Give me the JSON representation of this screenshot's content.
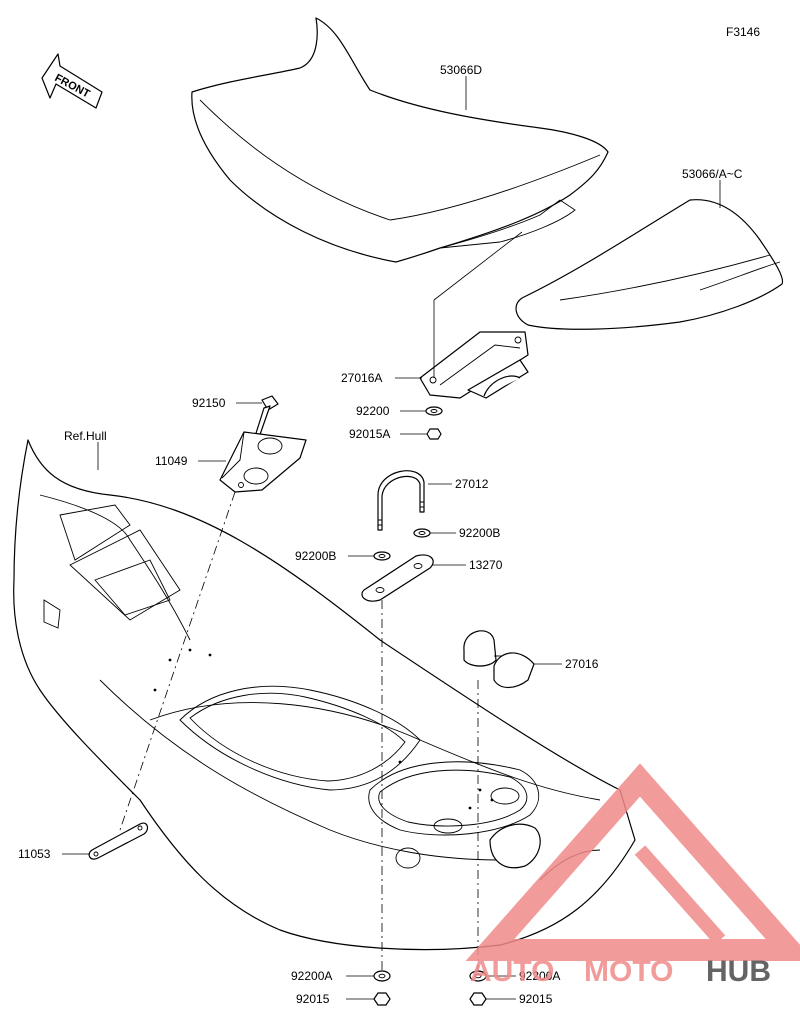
{
  "figure_code": "F3146",
  "front_label": "FRONT",
  "ref_label": "Ref.Hull",
  "watermark": {
    "auto": "AUTO",
    "moto": "MOTO",
    "hub": "HUB",
    "accent_color": "#f08a8a",
    "dark_color": "#4a4a4a"
  },
  "parts": {
    "p53066D": "53066D",
    "p53066AC": "53066/A~C",
    "p27016A": "27016A",
    "p92200_top": "92200",
    "p92015A_top": "92015A",
    "p92150": "92150",
    "p11049": "11049",
    "p27012": "27012",
    "p92200B_right": "92200B",
    "p92200B_left": "92200B",
    "p13270": "13270",
    "p27016": "27016",
    "p11053": "11053",
    "p92200A_left": "92200A",
    "p92200A_right": "92200A",
    "p92015_left": "92015",
    "p92015_right": "92015"
  }
}
